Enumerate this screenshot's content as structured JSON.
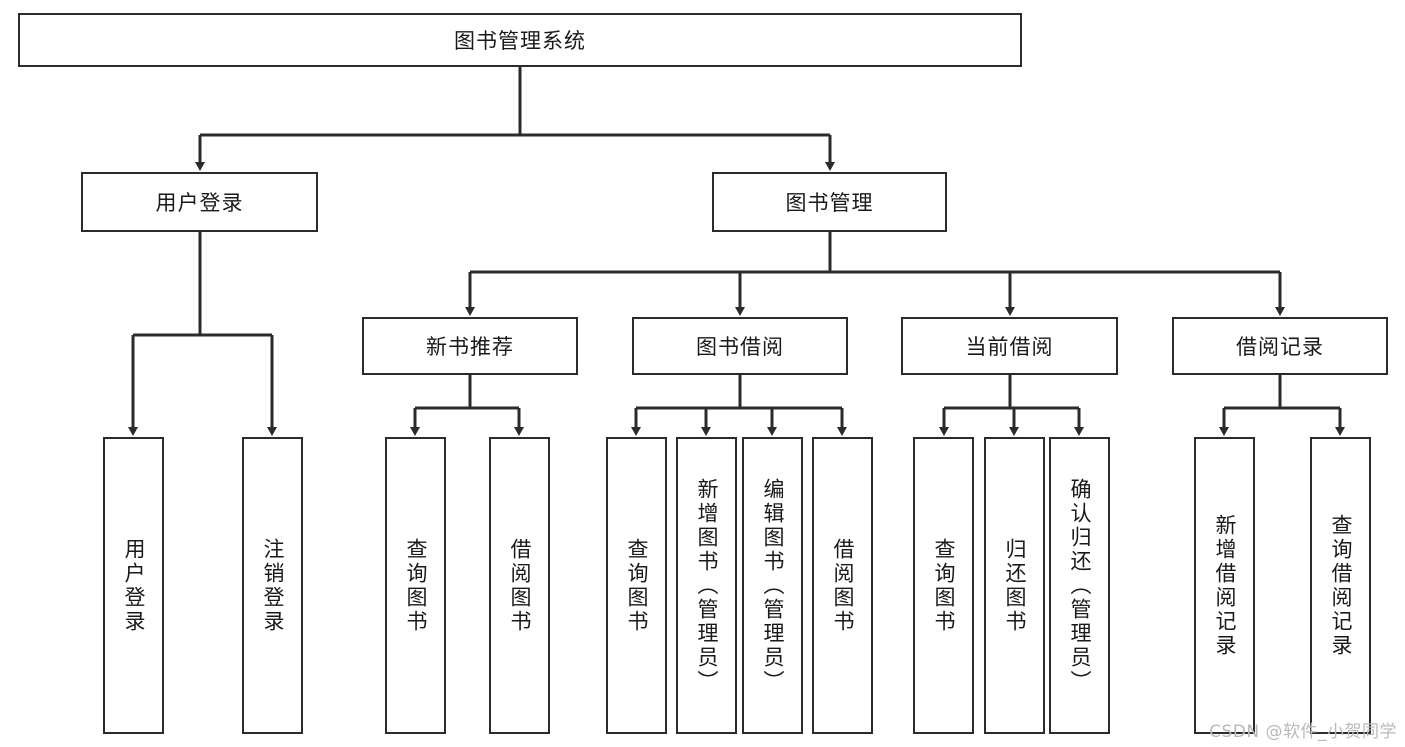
{
  "diagram": {
    "title_node": {
      "label": "图书管理系统"
    },
    "level2": [
      {
        "id": "user-login",
        "label": "用户登录"
      },
      {
        "id": "book-management",
        "label": "图书管理"
      }
    ],
    "level3": [
      {
        "id": "new-book-recommend",
        "label": "新书推荐"
      },
      {
        "id": "book-borrow",
        "label": "图书借阅"
      },
      {
        "id": "current-borrow",
        "label": "当前借阅"
      },
      {
        "id": "borrow-record",
        "label": "借阅记录"
      }
    ],
    "leaves": {
      "user_login": [
        {
          "id": "leaf-user-login",
          "label": "用户登录"
        },
        {
          "id": "leaf-logout-login",
          "label": "注销登录"
        }
      ],
      "new_book_recommend": [
        {
          "id": "leaf-query-book-1",
          "label": "查询图书"
        },
        {
          "id": "leaf-borrow-book-1",
          "label": "借阅图书"
        }
      ],
      "book_borrow": [
        {
          "id": "leaf-query-book-2",
          "label": "查询图书"
        },
        {
          "id": "leaf-add-book-admin",
          "label": "新增图书（管理员）"
        },
        {
          "id": "leaf-edit-book-admin",
          "label": "编辑图书（管理员）"
        },
        {
          "id": "leaf-borrow-book-2",
          "label": "借阅图书"
        }
      ],
      "current_borrow": [
        {
          "id": "leaf-query-book-3",
          "label": "查询图书"
        },
        {
          "id": "leaf-return-book",
          "label": "归还图书"
        },
        {
          "id": "leaf-confirm-return-admin",
          "label": "确认归还（管理员）"
        }
      ],
      "borrow_record": [
        {
          "id": "leaf-add-borrow-record",
          "label": "新增借阅记录"
        },
        {
          "id": "leaf-query-borrow-record",
          "label": "查询借阅记录"
        }
      ]
    }
  },
  "watermark": {
    "text": "CSDN @软件_小贺同学"
  },
  "colors": {
    "stroke": "#2b2b2b",
    "box_fill": "#ffffff",
    "text": "#1a1a1a",
    "watermark": "#b9b9b9"
  }
}
